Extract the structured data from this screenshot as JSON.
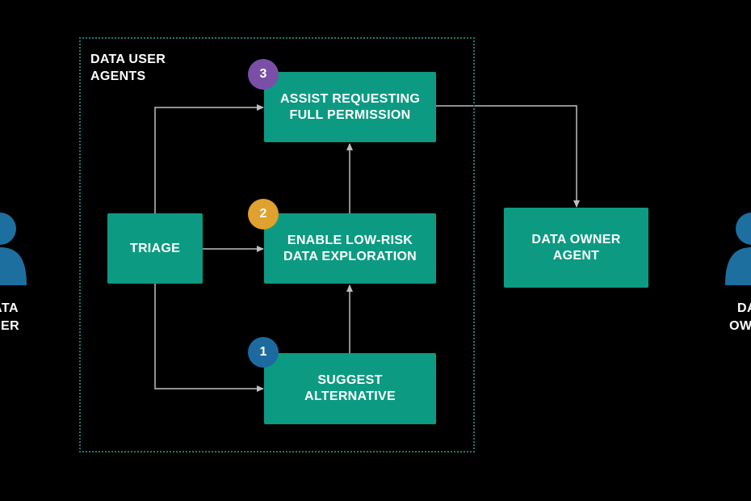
{
  "group": {
    "label": "DATA USER\nAGENTS",
    "border_color": "#1f7a6e"
  },
  "nodes": {
    "triage": "TRIAGE",
    "assist": "ASSIST REQUESTING\nFULL PERMISSION",
    "enable": "ENABLE LOW-RISK\nDATA EXPLORATION",
    "suggest": "SUGGEST\nALTERNATIVE",
    "owner_agent": "DATA OWNER\nAGENT"
  },
  "badges": {
    "assist": {
      "label": "3",
      "color": "#7b4fa8"
    },
    "enable": {
      "label": "2",
      "color": "#e0a12e"
    },
    "suggest": {
      "label": "1",
      "color": "#1d6aa0"
    }
  },
  "people": {
    "left": {
      "label": "DATA\nUSER",
      "icon": "person-icon"
    },
    "right": {
      "label": "DATA\nOWNER",
      "icon": "person-icon"
    }
  },
  "colors": {
    "node_fill": "#0c9b82",
    "person_fill": "#1d6f9f",
    "edge": "#bfbfbf",
    "background": "#000000"
  }
}
